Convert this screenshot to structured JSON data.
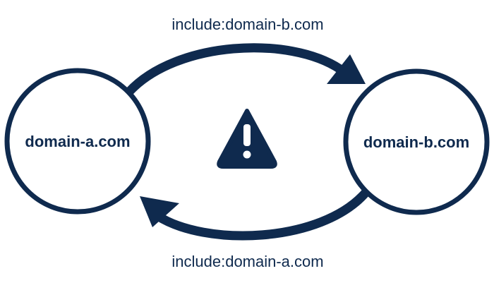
{
  "colors": {
    "primary": "#0f2a4e",
    "background": "#ffffff"
  },
  "nodes": {
    "left": {
      "label": "domain-a.com"
    },
    "right": {
      "label": "domain-b.com"
    }
  },
  "edges": {
    "top": {
      "label": "include:domain-b.com",
      "from": "domain-a.com",
      "to": "domain-b.com"
    },
    "bottom": {
      "label": "include:domain-a.com",
      "from": "domain-b.com",
      "to": "domain-a.com"
    }
  },
  "center_icon": {
    "name": "warning-icon",
    "glyph": "!"
  }
}
